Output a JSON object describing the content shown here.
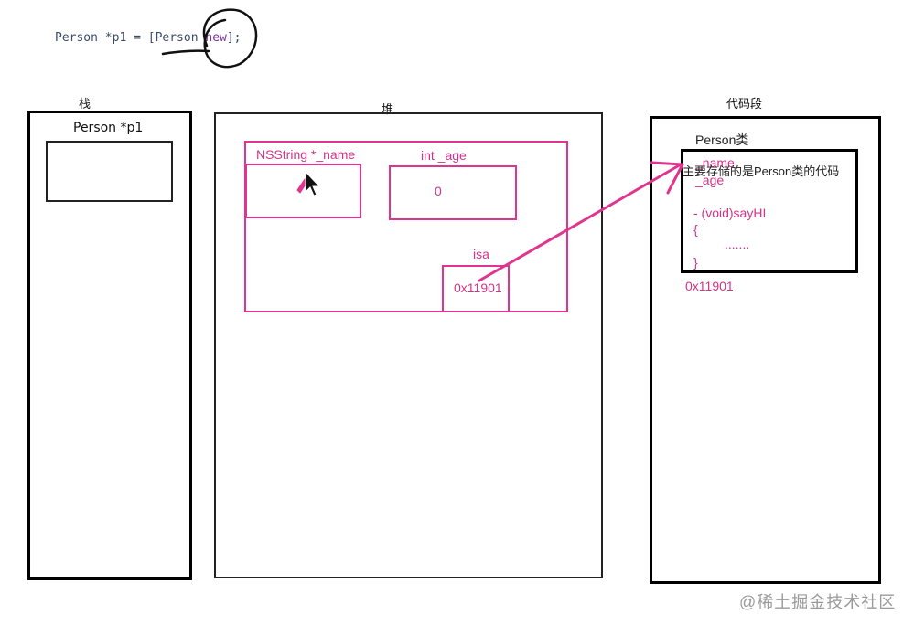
{
  "code_line": {
    "part1": "Person *p1 = [Person ",
    "keyword": "new",
    "part2": "];"
  },
  "stack": {
    "title": "栈",
    "var_label": "Person *p1"
  },
  "heap": {
    "title": "堆",
    "name_label": "NSString *_name",
    "age_label": "int _age",
    "age_value": "0",
    "isa_label": "isa",
    "isa_value": "0x11901"
  },
  "code_segment": {
    "title": "代码段",
    "class_label": "Person类",
    "note": "主要存储的是Person类的代码",
    "field_name": "_name",
    "field_age": "_age",
    "method": "- (void)sayHI",
    "brace_open": "{",
    "ellipsis": ".......",
    "brace_close": "}",
    "address": "0x11901"
  },
  "watermark": "@稀土掘金技术社区",
  "colors": {
    "pink": "#e0348e",
    "black": "#000000"
  }
}
